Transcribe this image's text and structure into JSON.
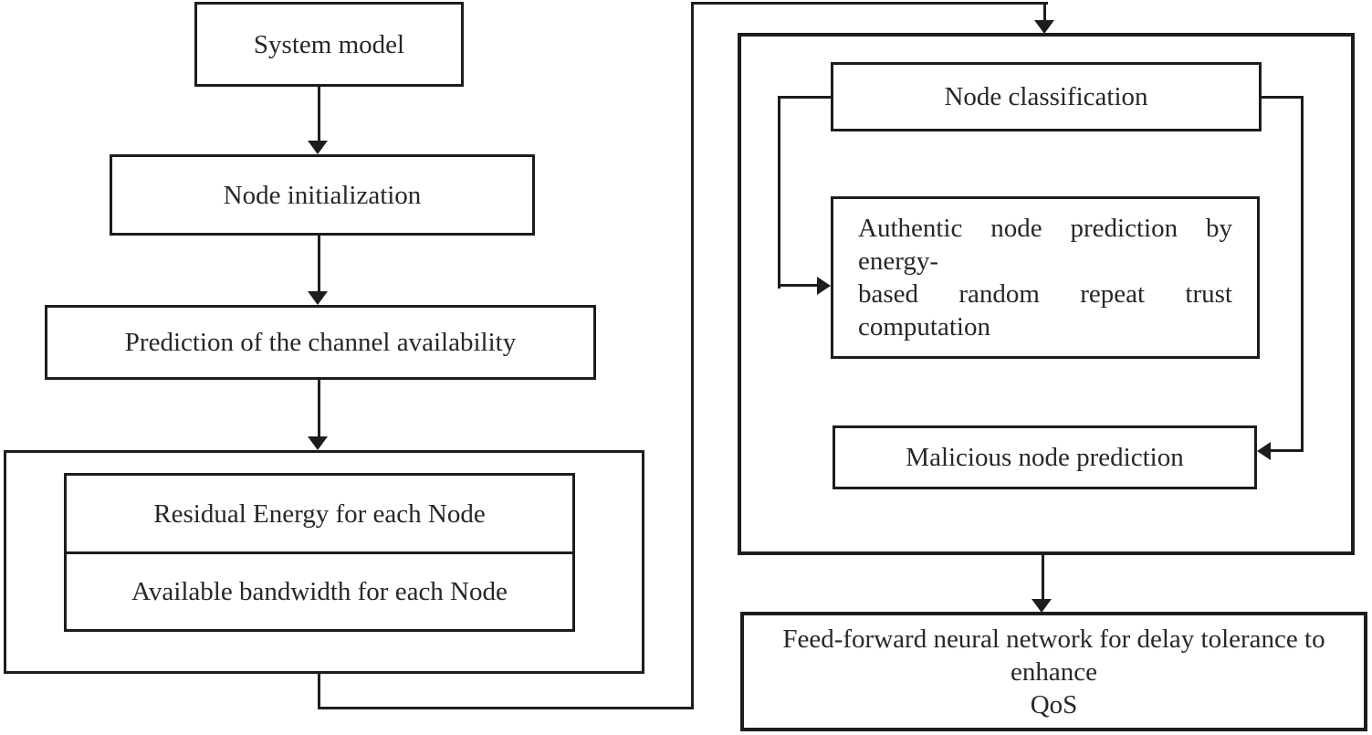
{
  "diagram": {
    "type": "flowchart",
    "colors": {
      "line": "#1d1d1d",
      "text": "#272727",
      "background": "#ffffff"
    },
    "nodes": {
      "system_model": {
        "label": "System model"
      },
      "node_initialization": {
        "label": "Node initialization"
      },
      "channel_prediction": {
        "label": "Prediction of the channel availability"
      },
      "residual_energy": {
        "label": "Residual Energy for each Node"
      },
      "available_bandwidth": {
        "label": "Available bandwidth for each Node"
      },
      "node_classification": {
        "label": "Node classification"
      },
      "authentic_node": {
        "line1": "Authentic node prediction by energy-",
        "line2": "based random repeat trust computation"
      },
      "malicious_node": {
        "label": "Malicious node prediction"
      },
      "feed_forward": {
        "line1": "Feed-forward neural network for delay tolerance to enhance",
        "line2": "QoS"
      }
    },
    "edges": [
      "system_model -> node_initialization",
      "node_initialization -> channel_prediction",
      "channel_prediction -> node_metrics_group",
      "node_metrics_group -> classification_group",
      "node_classification -> authentic_node",
      "node_classification -> malicious_node",
      "classification_group -> feed_forward"
    ]
  }
}
